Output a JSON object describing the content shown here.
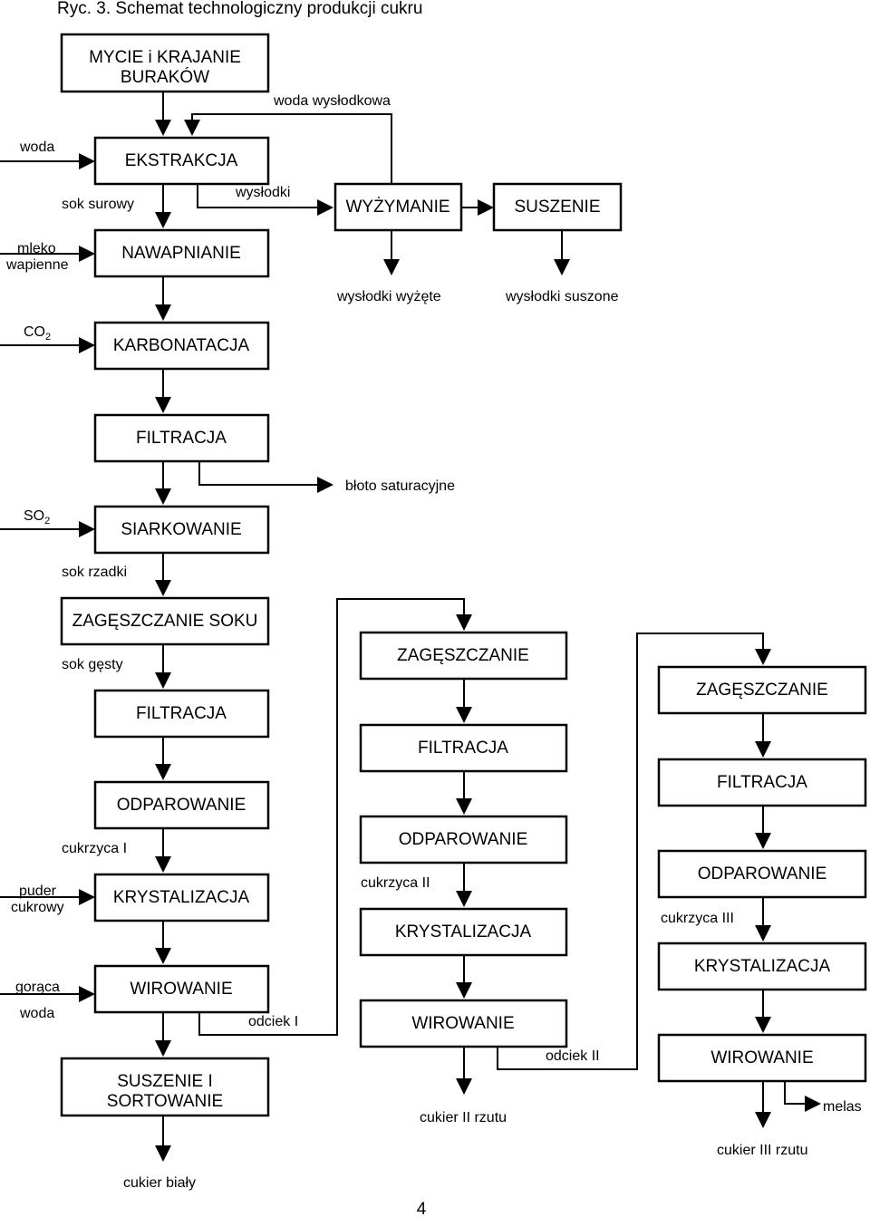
{
  "title": "Ryc. 3. Schemat technologiczny produkcji cukru",
  "page_number": "4",
  "boxes": {
    "mycie_line1": "MYCIE i KRAJANIE",
    "mycie_line2": "BURAKÓW",
    "ekstrakcja": "EKSTRAKCJA",
    "wyzymanie": "WYŻYMANIE",
    "suszenie": "SUSZENIE",
    "nawapnianie": "NAWAPNIANIE",
    "karbonatacja": "KARBONATACJA",
    "filtracja_1": "FILTRACJA",
    "siarkowanie": "SIARKOWANIE",
    "zageszczanie_soku": "ZAGĘSZCZANIE SOKU",
    "filtracja_2": "FILTRACJA",
    "odparowanie_1": "ODPAROWANIE",
    "krystalizacja_1": "KRYSTALIZACJA",
    "wirowanie_1": "WIROWANIE",
    "suszenie_sort_line1": "SUSZENIE I",
    "suszenie_sort_line2": "SORTOWANIE",
    "zageszczanie_2": "ZAGĘSZCZANIE",
    "filtracja_3": "FILTRACJA",
    "odparowanie_2": "ODPAROWANIE",
    "krystalizacja_2": "KRYSTALIZACJA",
    "wirowanie_2": "WIROWANIE",
    "zageszczanie_3": "ZAGĘSZCZANIE",
    "filtracja_4": "FILTRACJA",
    "odparowanie_3": "ODPAROWANIE",
    "krystalizacja_3": "KRYSTALIZACJA",
    "wirowanie_3": "WIROWANIE"
  },
  "labels": {
    "woda_wyslodkowa": "woda wysłodkowa",
    "woda_in": "woda",
    "sok_surowy": "sok surowy",
    "wyslodki": "wysłodki",
    "mleko_line1": "mleko",
    "mleko_line2": "wapienne",
    "wyslodki_wyzete": "wysłodki wyżęte",
    "wyslodki_suszone": "wysłodki suszone",
    "co2_base": "CO",
    "co2_sub": "2",
    "bloto": "błoto saturacyjne",
    "so2_base": "SO",
    "so2_sub": "2",
    "sok_rzadki": "sok rzadki",
    "sok_gesty": "sok gęsty",
    "cukrzyca_1": "cukrzyca I",
    "puder_line1": "puder",
    "puder_line2": "cukrowy",
    "goraca": "gorąca",
    "woda_2": "woda",
    "odciek_1": "odciek I",
    "cukier_bialy": "cukier biały",
    "cukrzyca_2": "cukrzyca II",
    "odciek_2": "odciek II",
    "cukier_2": "cukier II rzutu",
    "cukrzyca_3": "cukrzyca III",
    "melas": "melas",
    "cukier_3": "cukier III rzutu"
  }
}
